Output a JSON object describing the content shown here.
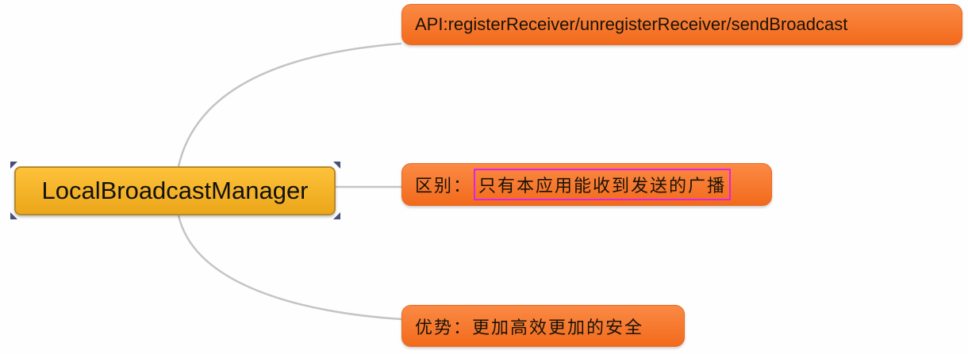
{
  "root": {
    "label": "LocalBroadcastManager"
  },
  "branches": [
    {
      "label": "API:registerReceiver/unregisterReceiver/sendBroadcast"
    },
    {
      "prefix": "区别：",
      "highlighted": "只有本应用能收到发送的广播"
    },
    {
      "label": "优势：更加高效更加的安全"
    }
  ],
  "colors": {
    "root_fill": "#f7b52a",
    "branch_fill": "#f47a2e",
    "connector": "#c4c4c4",
    "highlight_border": "#e024e0",
    "selection_handle": "#4a4e78"
  }
}
